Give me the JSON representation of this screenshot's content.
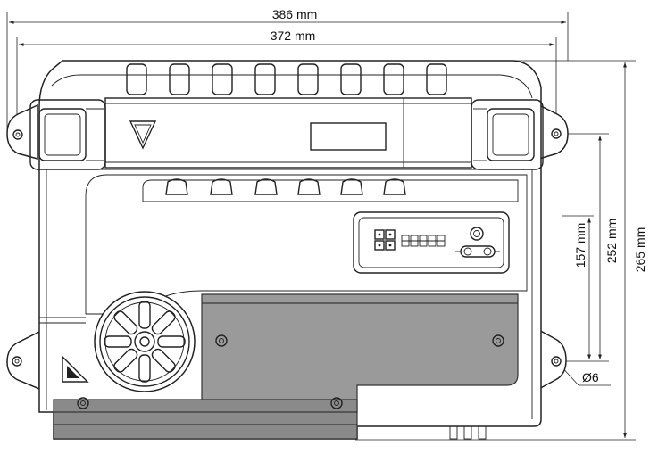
{
  "dimensions": {
    "overall_width": "386 mm",
    "mount_width": "372 mm",
    "mount_height_upper": "157 mm",
    "mount_height": "252 mm",
    "overall_height": "265 mm",
    "hole_diameter": "Ø6"
  },
  "colors": {
    "plate": "#9a9a9a",
    "outline": "#222222"
  }
}
